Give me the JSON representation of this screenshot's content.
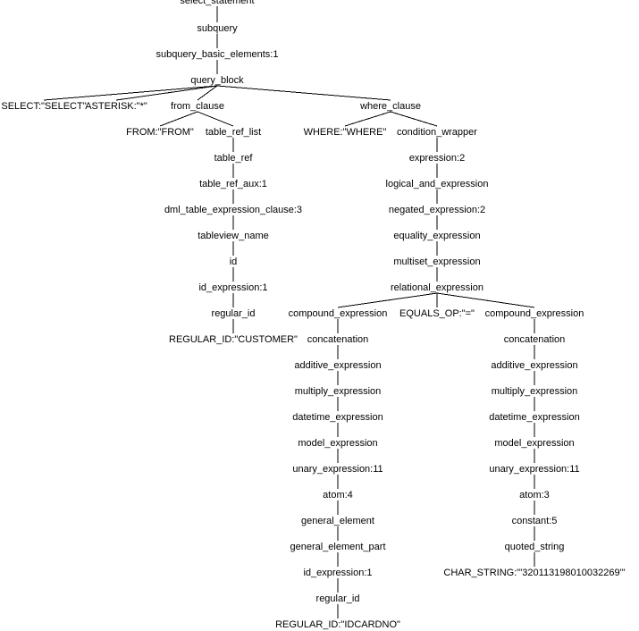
{
  "colors": {
    "background": "#ffffff",
    "text": "#000000",
    "edge": "#000000"
  },
  "tree": {
    "nodes": [
      {
        "id": "n0",
        "label": "select_statement"
      },
      {
        "id": "n1",
        "label": "subquery"
      },
      {
        "id": "n2",
        "label": "subquery_basic_elements:1"
      },
      {
        "id": "n3",
        "label": "query_block"
      },
      {
        "id": "n4",
        "label": "SELECT:\"SELECT\""
      },
      {
        "id": "n5",
        "label": "ASTERISK:\"*\""
      },
      {
        "id": "n6",
        "label": "from_clause"
      },
      {
        "id": "n7",
        "label": "where_clause"
      },
      {
        "id": "n8",
        "label": "FROM:\"FROM\""
      },
      {
        "id": "n9",
        "label": "table_ref_list"
      },
      {
        "id": "n10",
        "label": "table_ref"
      },
      {
        "id": "n11",
        "label": "table_ref_aux:1"
      },
      {
        "id": "n12",
        "label": "dml_table_expression_clause:3"
      },
      {
        "id": "n13",
        "label": "tableview_name"
      },
      {
        "id": "n14",
        "label": "id"
      },
      {
        "id": "n15",
        "label": "id_expression:1"
      },
      {
        "id": "n16",
        "label": "regular_id"
      },
      {
        "id": "n17",
        "label": "REGULAR_ID:\"CUSTOMER\""
      },
      {
        "id": "n18",
        "label": "WHERE:\"WHERE\""
      },
      {
        "id": "n19",
        "label": "condition_wrapper"
      },
      {
        "id": "n20",
        "label": "expression:2"
      },
      {
        "id": "n21",
        "label": "logical_and_expression"
      },
      {
        "id": "n22",
        "label": "negated_expression:2"
      },
      {
        "id": "n23",
        "label": "equality_expression"
      },
      {
        "id": "n24",
        "label": "multiset_expression"
      },
      {
        "id": "n25",
        "label": "relational_expression"
      },
      {
        "id": "n26",
        "label": "compound_expression"
      },
      {
        "id": "n27",
        "label": "EQUALS_OP:\"=\""
      },
      {
        "id": "n28",
        "label": "compound_expression"
      },
      {
        "id": "n29",
        "label": "concatenation"
      },
      {
        "id": "n30",
        "label": "additive_expression"
      },
      {
        "id": "n31",
        "label": "multiply_expression"
      },
      {
        "id": "n32",
        "label": "datetime_expression"
      },
      {
        "id": "n33",
        "label": "model_expression"
      },
      {
        "id": "n34",
        "label": "unary_expression:11"
      },
      {
        "id": "n35",
        "label": "atom:4"
      },
      {
        "id": "n36",
        "label": "general_element"
      },
      {
        "id": "n37",
        "label": "general_element_part"
      },
      {
        "id": "n38",
        "label": "id_expression:1"
      },
      {
        "id": "n39",
        "label": "regular_id"
      },
      {
        "id": "n40",
        "label": "REGULAR_ID:\"IDCARDNO\""
      },
      {
        "id": "n41",
        "label": "concatenation"
      },
      {
        "id": "n42",
        "label": "additive_expression"
      },
      {
        "id": "n43",
        "label": "multiply_expression"
      },
      {
        "id": "n44",
        "label": "datetime_expression"
      },
      {
        "id": "n45",
        "label": "model_expression"
      },
      {
        "id": "n46",
        "label": "unary_expression:11"
      },
      {
        "id": "n47",
        "label": "atom:3"
      },
      {
        "id": "n48",
        "label": "constant:5"
      },
      {
        "id": "n49",
        "label": "quoted_string"
      },
      {
        "id": "n50",
        "label": "CHAR_STRING:\"'320113198010032269'\""
      }
    ],
    "edges": [
      [
        "n0",
        "n1"
      ],
      [
        "n1",
        "n2"
      ],
      [
        "n2",
        "n3"
      ],
      [
        "n3",
        "n4"
      ],
      [
        "n3",
        "n5"
      ],
      [
        "n3",
        "n6"
      ],
      [
        "n3",
        "n7"
      ],
      [
        "n6",
        "n8"
      ],
      [
        "n6",
        "n9"
      ],
      [
        "n9",
        "n10"
      ],
      [
        "n10",
        "n11"
      ],
      [
        "n11",
        "n12"
      ],
      [
        "n12",
        "n13"
      ],
      [
        "n13",
        "n14"
      ],
      [
        "n14",
        "n15"
      ],
      [
        "n15",
        "n16"
      ],
      [
        "n16",
        "n17"
      ],
      [
        "n7",
        "n18"
      ],
      [
        "n7",
        "n19"
      ],
      [
        "n19",
        "n20"
      ],
      [
        "n20",
        "n21"
      ],
      [
        "n21",
        "n22"
      ],
      [
        "n22",
        "n23"
      ],
      [
        "n23",
        "n24"
      ],
      [
        "n24",
        "n25"
      ],
      [
        "n25",
        "n26"
      ],
      [
        "n25",
        "n27"
      ],
      [
        "n25",
        "n28"
      ],
      [
        "n26",
        "n29"
      ],
      [
        "n29",
        "n30"
      ],
      [
        "n30",
        "n31"
      ],
      [
        "n31",
        "n32"
      ],
      [
        "n32",
        "n33"
      ],
      [
        "n33",
        "n34"
      ],
      [
        "n34",
        "n35"
      ],
      [
        "n35",
        "n36"
      ],
      [
        "n36",
        "n37"
      ],
      [
        "n37",
        "n38"
      ],
      [
        "n38",
        "n39"
      ],
      [
        "n39",
        "n40"
      ],
      [
        "n28",
        "n41"
      ],
      [
        "n41",
        "n42"
      ],
      [
        "n42",
        "n43"
      ],
      [
        "n43",
        "n44"
      ],
      [
        "n44",
        "n45"
      ],
      [
        "n45",
        "n46"
      ],
      [
        "n46",
        "n47"
      ],
      [
        "n47",
        "n48"
      ],
      [
        "n48",
        "n49"
      ],
      [
        "n49",
        "n50"
      ]
    ]
  }
}
